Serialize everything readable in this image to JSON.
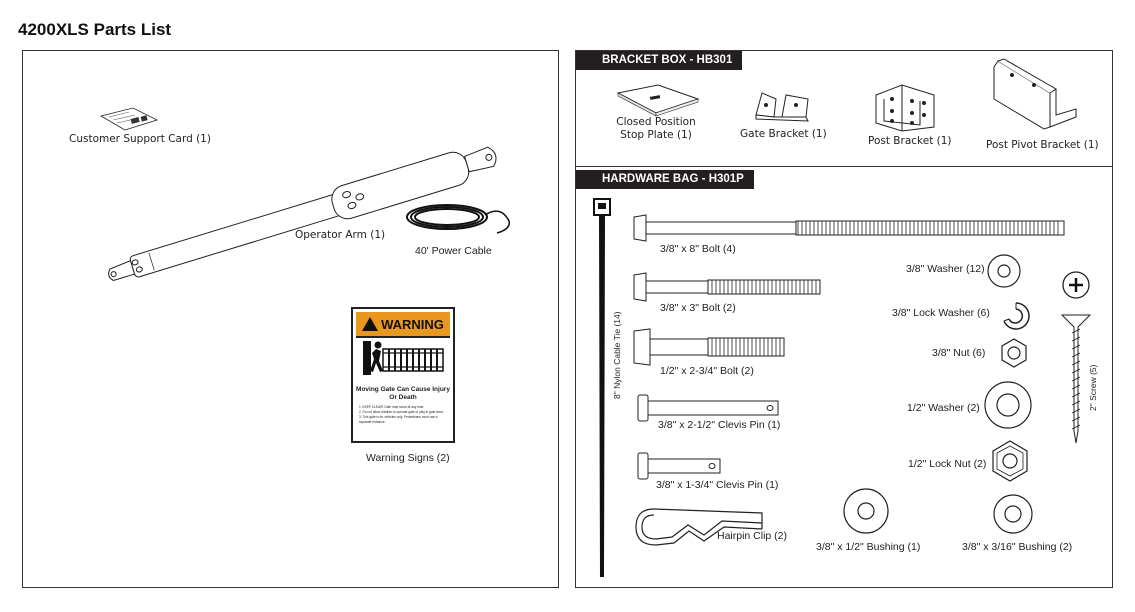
{
  "page_title": "4200XLS Parts List",
  "left": {
    "customer_card": "Customer Support Card (1)",
    "operator_arm": "Operator Arm (1)",
    "power_cable": "40' Power Cable",
    "warning_signs": "Warning Signs (2)",
    "warning_sign_card": {
      "header": "WARNING",
      "message": "Moving Gate Can Cause Injury Or Death",
      "rules": [
        "1.  KEEP CLEAR! Gate may move at any time.",
        "2.  Do not allow children to operate gate or play in gate area.",
        "3.  This gate is for vehicles only. Pedestrians must use a separate entrance."
      ]
    }
  },
  "bracket_box": {
    "header": "BRACKET BOX - HB301",
    "items": {
      "stop_plate_line1": "Closed Position",
      "stop_plate_line2": "Stop Plate (1)",
      "gate_bracket": "Gate Bracket (1)",
      "post_bracket": "Post Bracket (1)",
      "post_pivot_bracket": "Post Pivot Bracket (1)"
    }
  },
  "hardware_bag": {
    "header": "HARDWARE BAG - H301P",
    "items": {
      "bolt_8": "3/8\" x 8\"  Bolt (4)",
      "bolt_3": "3/8\" x 3\" Bolt (2)",
      "bolt_234": "1/2\" x 2-3/4\" Bolt (2)",
      "clevis_212": "3/8\" x 2-1/2\" Clevis Pin (1)",
      "clevis_134": "3/8\" x 1-3/4\" Clevis Pin (1)",
      "hairpin": "Hairpin Clip (2)",
      "bushing_12": "3/8\" x 1/2\" Bushing (1)",
      "bushing_316": "3/8\" x 3/16\" Bushing (2)",
      "washer_38": "3/8\" Washer (12)",
      "lock_washer_38": "3/8\" Lock Washer (6)",
      "nut_38": "3/8\" Nut (6)",
      "washer_12": "1/2\" Washer (2)",
      "lock_nut_12": "1/2\" Lock Nut (2)",
      "cable_tie": "8\" Nylon Cable Tie (14)",
      "screw": "2\" Screw (5)"
    }
  }
}
